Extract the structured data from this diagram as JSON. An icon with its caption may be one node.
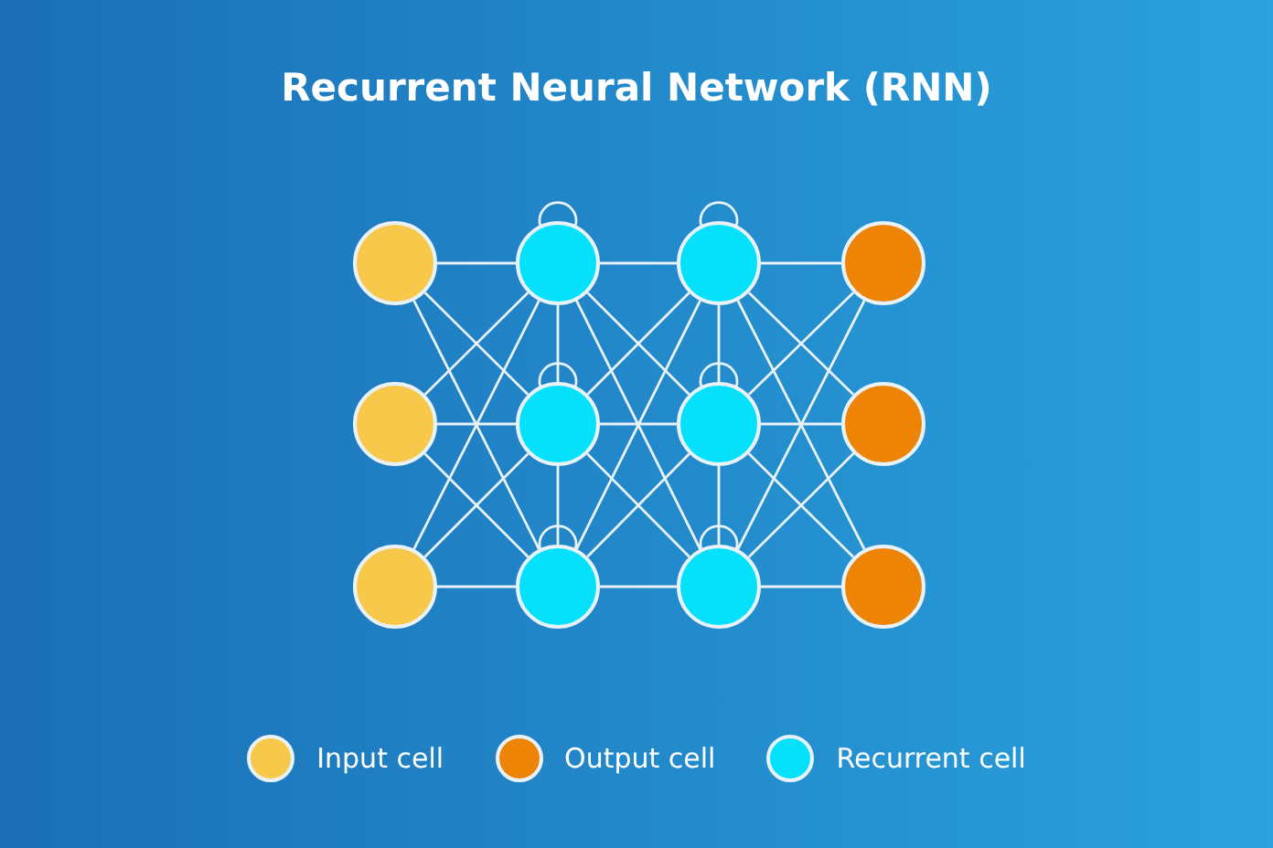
{
  "diagram": {
    "title": "Recurrent Neural Network (RNN)",
    "nodes": [
      {
        "text": [],
        "shape": "circle"
      },
      {
        "text": [],
        "shape": "circle"
      },
      {
        "text": [],
        "shape": "circle"
      },
      {
        "text": [],
        "shape": "circle"
      },
      {
        "text": [],
        "shape": "circle"
      },
      {
        "text": [],
        "shape": "circle"
      },
      {
        "text": [],
        "shape": "circle"
      },
      {
        "text": [],
        "shape": "circle"
      },
      {
        "text": [],
        "shape": "circle"
      },
      {
        "text": [],
        "shape": "circle"
      },
      {
        "text": [],
        "shape": "circle"
      },
      {
        "text": [],
        "shape": "circle"
      }
    ],
    "edges": [
      {
        "from": 0,
        "to": 1,
        "arrow": "none"
      },
      {
        "from": 0,
        "to": 5,
        "arrow": "none"
      },
      {
        "from": 0,
        "to": 9,
        "arrow": "none"
      },
      {
        "from": 4,
        "to": 1,
        "arrow": "none"
      },
      {
        "from": 4,
        "to": 5,
        "arrow": "none"
      },
      {
        "from": 4,
        "to": 9,
        "arrow": "none"
      },
      {
        "from": 8,
        "to": 1,
        "arrow": "none"
      },
      {
        "from": 8,
        "to": 5,
        "arrow": "none"
      },
      {
        "from": 8,
        "to": 9,
        "arrow": "none"
      },
      {
        "from": 1,
        "to": 5,
        "arrow": "none"
      },
      {
        "from": 5,
        "to": 9,
        "arrow": "none"
      },
      {
        "from": 1,
        "to": 2,
        "arrow": "none"
      },
      {
        "from": 1,
        "to": 6,
        "arrow": "none"
      },
      {
        "from": 1,
        "to": 10,
        "arrow": "none"
      },
      {
        "from": 5,
        "to": 2,
        "arrow": "none"
      },
      {
        "from": 5,
        "to": 6,
        "arrow": "none"
      },
      {
        "from": 5,
        "to": 10,
        "arrow": "none"
      },
      {
        "from": 9,
        "to": 2,
        "arrow": "none"
      },
      {
        "from": 9,
        "to": 6,
        "arrow": "none"
      },
      {
        "from": 9,
        "to": 10,
        "arrow": "none"
      },
      {
        "from": 2,
        "to": 6,
        "arrow": "none"
      },
      {
        "from": 6,
        "to": 10,
        "arrow": "none"
      },
      {
        "from": 2,
        "to": 3,
        "arrow": "none"
      },
      {
        "from": 2,
        "to": 7,
        "arrow": "none"
      },
      {
        "from": 2,
        "to": 11,
        "arrow": "none"
      },
      {
        "from": 6,
        "to": 3,
        "arrow": "none"
      },
      {
        "from": 6,
        "to": 7,
        "arrow": "none"
      },
      {
        "from": 6,
        "to": 11,
        "arrow": "none"
      },
      {
        "from": 10,
        "to": 3,
        "arrow": "none"
      },
      {
        "from": 10,
        "to": 7,
        "arrow": "none"
      },
      {
        "from": 10,
        "to": 11,
        "arrow": "none"
      },
      {
        "from": 1,
        "to": 1,
        "arrow": "none"
      },
      {
        "from": 5,
        "to": 5,
        "arrow": "none"
      },
      {
        "from": 9,
        "to": 9,
        "arrow": "none"
      },
      {
        "from": 2,
        "to": 2,
        "arrow": "none"
      },
      {
        "from": 6,
        "to": 6,
        "arrow": "none"
      },
      {
        "from": 10,
        "to": 10,
        "arrow": "none"
      }
    ],
    "legend": [
      {
        "text": "Input cell",
        "color": "#f8c84a"
      },
      {
        "text": "Output cell",
        "color": "#ee8406"
      },
      {
        "text": "Recurrent cell",
        "color": "#05e1fb"
      }
    ]
  }
}
